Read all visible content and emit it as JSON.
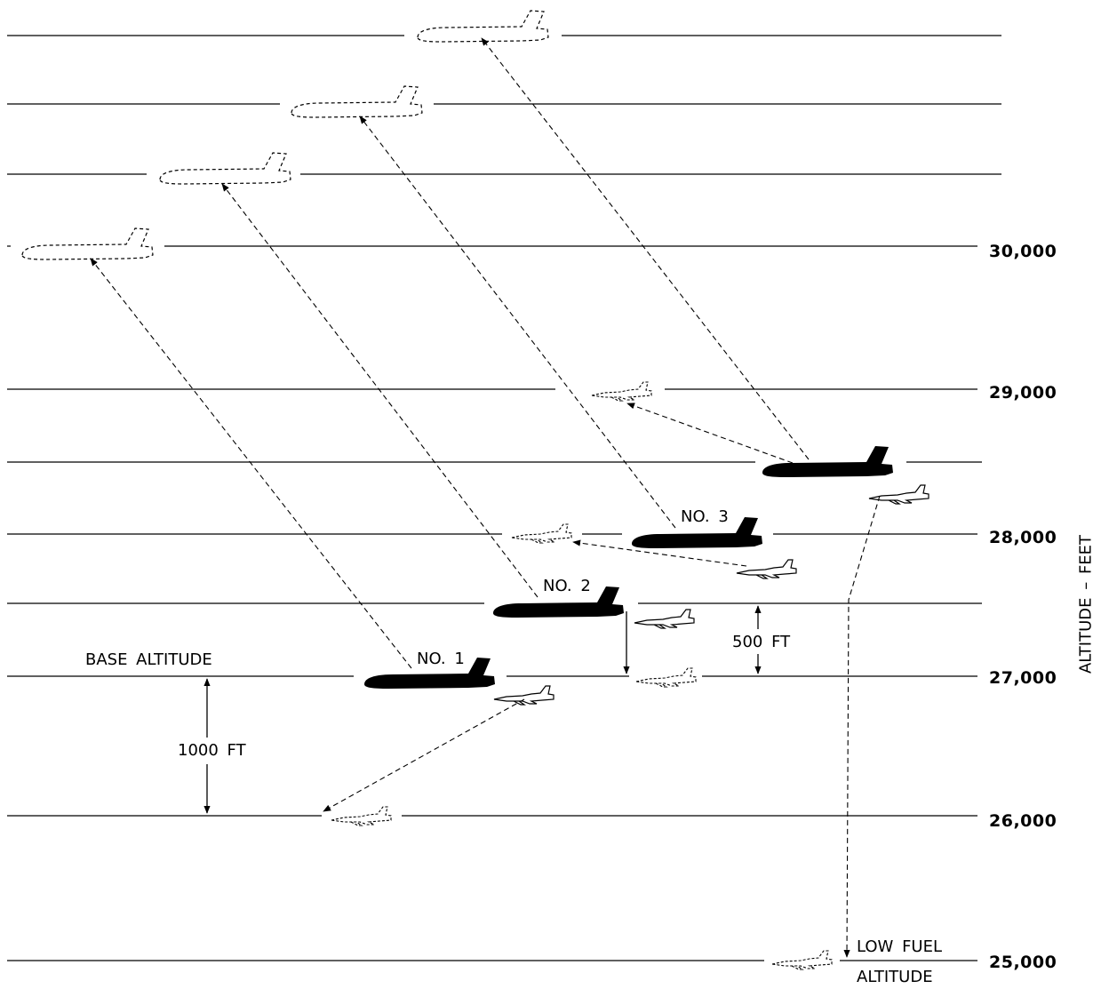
{
  "altitude_labels": {
    "a30000": "30,000",
    "a29000": "29,000",
    "a28000": "28,000",
    "a27000": "27,000",
    "a26000": "26,000",
    "a25000": "25,000"
  },
  "axis_title": "ALTITUDE – FEET",
  "annotations": {
    "base_altitude": "BASE ALTITUDE",
    "thousand_ft": "1000 FT",
    "five_hundred_ft": "500 FT",
    "low_fuel_line1": "LOW FUEL",
    "low_fuel_line2": "ALTITUDE"
  },
  "tanker_labels": {
    "no1": "NO. 1",
    "no2": "NO. 2",
    "no3": "NO. 3"
  }
}
